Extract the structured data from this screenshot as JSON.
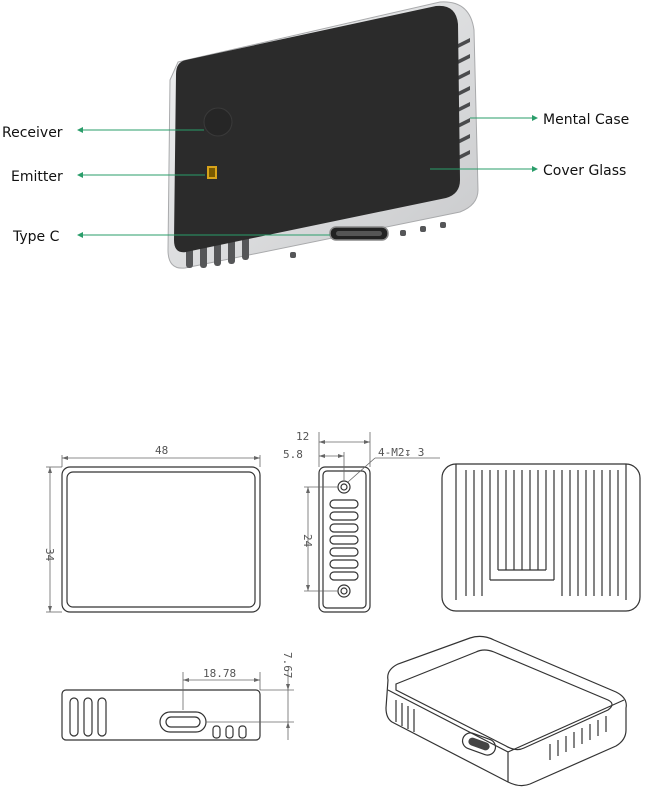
{
  "callouts": {
    "receiver": "Receiver",
    "emitter": "Emitter",
    "type_c": "Type C",
    "mental_case": "Mental Case",
    "cover_glass": "Cover Glass"
  },
  "dimensions": {
    "width": "48",
    "height": "34",
    "depth": "12",
    "hole_offset": "5.8",
    "hole_spec": "4-M2↧ 3",
    "slot_span": "24",
    "port_width": "18.78",
    "port_offset": "7.67"
  },
  "colors": {
    "leader": "#2a9d6a",
    "cover": "#2b2b2b",
    "case": "#d9dadc"
  }
}
